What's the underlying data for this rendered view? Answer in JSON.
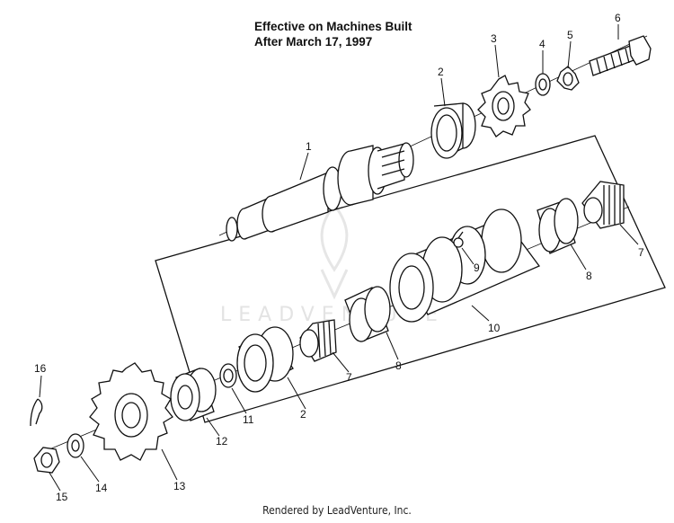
{
  "header": {
    "line1": "Effective on Machines Built",
    "line2": "After March 17, 1997"
  },
  "callouts": [
    {
      "id": "c6",
      "label": "6"
    },
    {
      "id": "c3",
      "label": "3"
    },
    {
      "id": "c4",
      "label": "4"
    },
    {
      "id": "c5",
      "label": "5"
    },
    {
      "id": "c2a",
      "label": "2"
    },
    {
      "id": "c1",
      "label": "1"
    },
    {
      "id": "c7a",
      "label": "7"
    },
    {
      "id": "c8a",
      "label": "8"
    },
    {
      "id": "c9",
      "label": "9"
    },
    {
      "id": "c10",
      "label": "10"
    },
    {
      "id": "c7b",
      "label": "7"
    },
    {
      "id": "c8b",
      "label": "8"
    },
    {
      "id": "c2b",
      "label": "2"
    },
    {
      "id": "c11",
      "label": "11"
    },
    {
      "id": "c12",
      "label": "12"
    },
    {
      "id": "c16",
      "label": "16"
    },
    {
      "id": "c14",
      "label": "14"
    },
    {
      "id": "c13",
      "label": "13"
    },
    {
      "id": "c15",
      "label": "15"
    }
  ],
  "watermark": "LEADVENTURE",
  "footer": "Rendered by LeadVenture, Inc."
}
